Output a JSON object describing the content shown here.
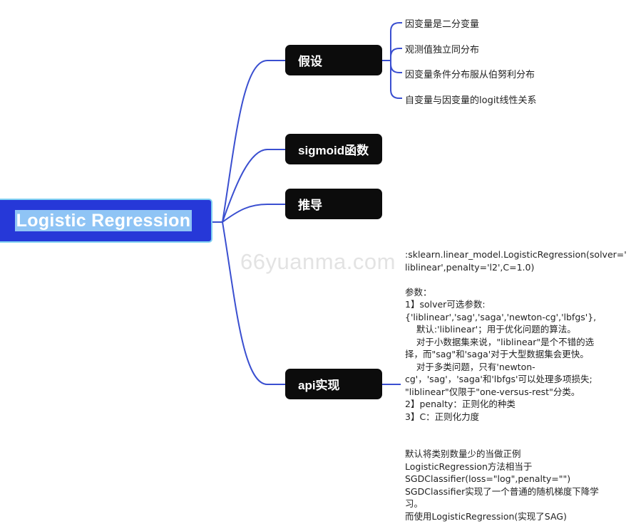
{
  "root": {
    "label": "Logistic Regression"
  },
  "watermark": "66yuanma.com",
  "colors": {
    "root_fill": "#2638d8",
    "root_border": "#7fd0f2",
    "branch_fill": "#0c0c0c",
    "link": "#3a4fd0"
  },
  "branches": [
    {
      "label": "假设",
      "children": [
        "因变量是二分变量",
        "观测值独立同分布",
        "因变量条件分布服从伯努利分布",
        "自变量与因变量的logit线性关系"
      ]
    },
    {
      "label": "sigmoid函数"
    },
    {
      "label": "推导"
    },
    {
      "label": "api实现",
      "note": {
        "lines": [
          ":sklearn.linear_model.LogisticRegression(solver='",
          "liblinear',penalty='l2',C=1.0)",
          "",
          "参数：",
          "1】solver可选参数:",
          "{'liblinear','sag','saga','newton-cg','lbfgs'},",
          "    默认:'liblinear'；用于优化问题的算法。",
          "    对于小数据集来说，\"liblinear\"是个不错的选",
          "择，而\"sag\"和'saga'对于大型数据集会更快。",
          "    对于多类问题，只有'newton-",
          "cg'，'sag'，'saga'和'lbfgs'可以处理多项损失;",
          "\"liblinear\"仅限于\"one-versus-rest\"分类。",
          "2】penalty：正则化的种类",
          "3】C：正则化力度",
          "",
          "",
          "默认将类别数量少的当做正例",
          "LogisticRegression方法相当于",
          "SGDClassifier(loss=\"log\",penalty=\"\")",
          "SGDClassifier实现了一个普通的随机梯度下降学",
          "习。",
          "而使用LogisticRegression(实现了SAG)"
        ]
      }
    }
  ]
}
